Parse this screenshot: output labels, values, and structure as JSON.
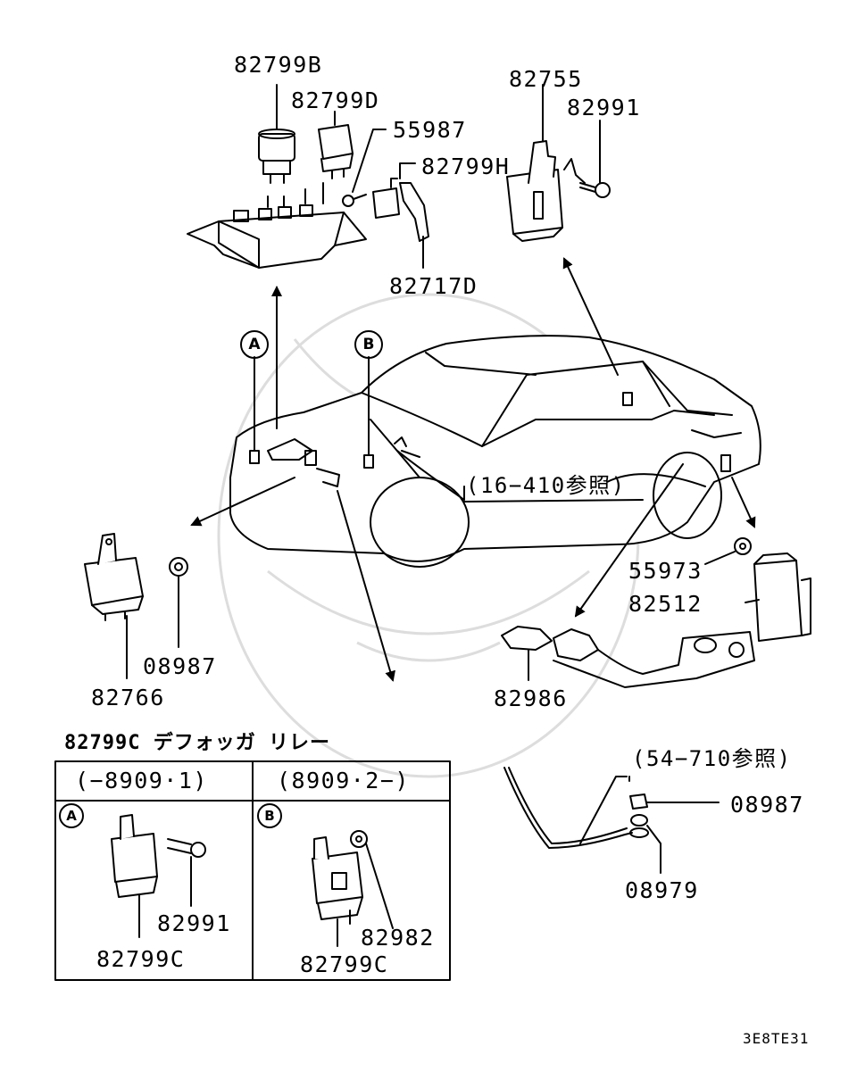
{
  "parts": {
    "p82799B": "82799B",
    "p82799D": "82799D",
    "p55987": "55987",
    "p82799H": "82799H",
    "p82717D": "82717D",
    "p82755": "82755",
    "p82991_top": "82991",
    "p55973": "55973",
    "p82512": "82512",
    "p82986": "82986",
    "p08987_left": "08987",
    "p82766": "82766",
    "p08987_right": "08987",
    "p08979": "08979"
  },
  "markers": {
    "a": "A",
    "b": "B"
  },
  "refs": {
    "ref1": "(16−410参照)",
    "ref2": "(54−710参照)"
  },
  "table": {
    "title": "82799C デフォッガ リレー",
    "col_a_header": "(−8909·1)",
    "col_b_header": "(8909·2−)",
    "col_a_marker": "A",
    "col_b_marker": "B",
    "col_a_parts": [
      "82991",
      "82799C"
    ],
    "col_b_parts": [
      "82982",
      "82799C"
    ]
  },
  "diagram_code": "3E8TE31"
}
